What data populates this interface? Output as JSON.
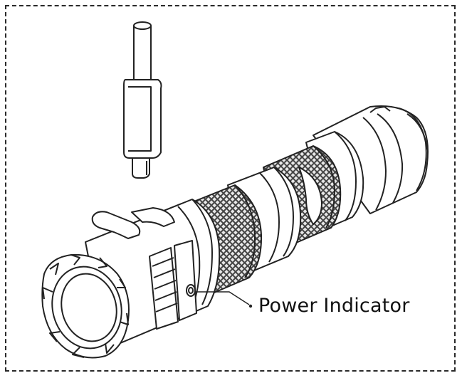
{
  "diagram": {
    "callouts": [
      {
        "label": "Power Indicator"
      }
    ],
    "colors": {
      "line": "#222222",
      "knurl_fill": "#3a3a3a",
      "background": "#ffffff"
    },
    "icons": {
      "cable": "usb-c-connector",
      "device": "flashlight"
    }
  }
}
